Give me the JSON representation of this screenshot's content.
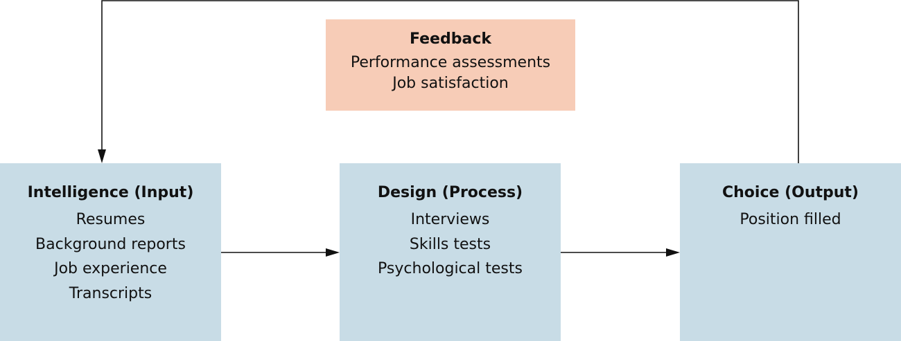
{
  "nodes": {
    "input": {
      "title": "Intelligence (Input)",
      "items": [
        "Resumes",
        "Background reports",
        "Job experience",
        "Transcripts"
      ],
      "color": "#c8dce6"
    },
    "process": {
      "title": "Design (Process)",
      "items": [
        "Interviews",
        "Skills tests",
        "Psychological tests"
      ],
      "color": "#c8dce6"
    },
    "output": {
      "title": "Choice (Output)",
      "items": [
        "Position filled"
      ],
      "color": "#c8dce6"
    },
    "feedback": {
      "title": "Feedback",
      "items": [
        "Performance assessments",
        "Job satisfaction"
      ],
      "color": "#f7ccb7"
    }
  },
  "edges": [
    {
      "from": "input",
      "to": "process"
    },
    {
      "from": "process",
      "to": "output"
    },
    {
      "from": "output",
      "to": "input",
      "route": "over-top"
    }
  ]
}
